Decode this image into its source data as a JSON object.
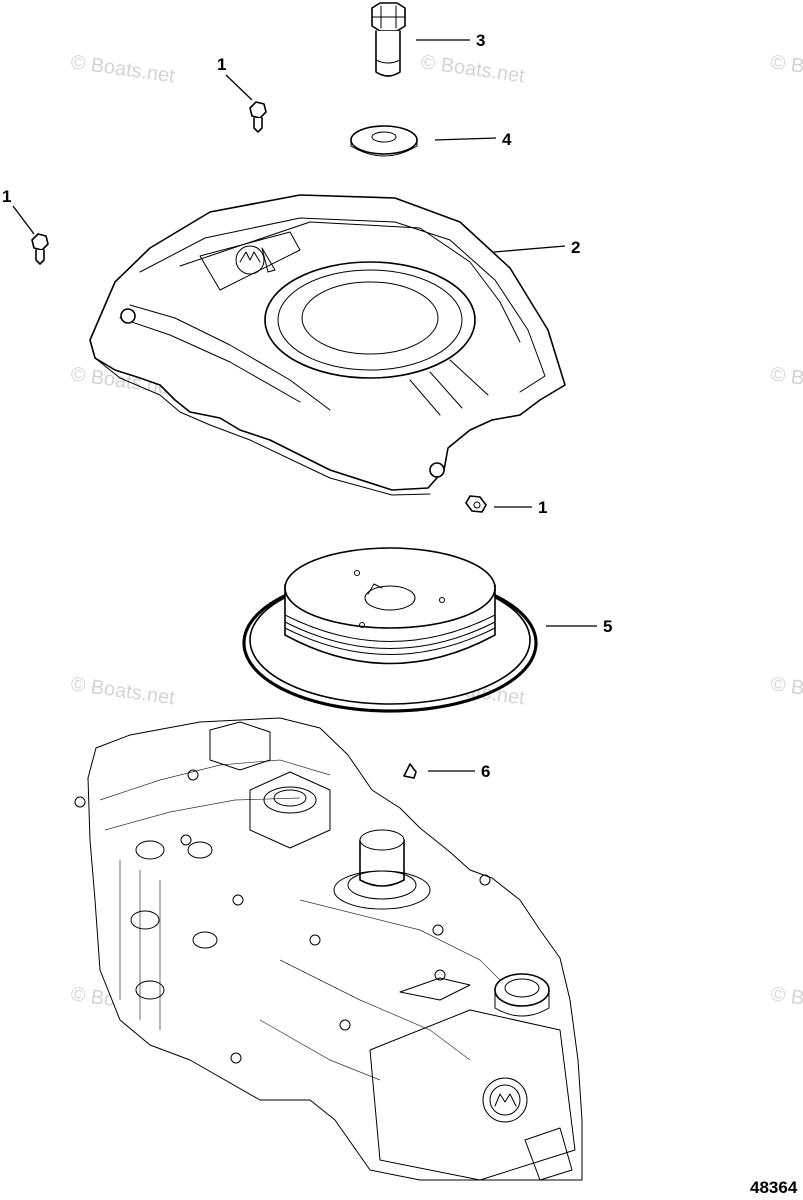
{
  "diagram": {
    "callouts": {
      "c1a": "1",
      "c1b": "1",
      "c1c": "1",
      "c2": "2",
      "c3": "3",
      "c4": "4",
      "c5": "5",
      "c6": "6"
    },
    "watermark": "© Boats.net",
    "reference_number": "48364"
  }
}
